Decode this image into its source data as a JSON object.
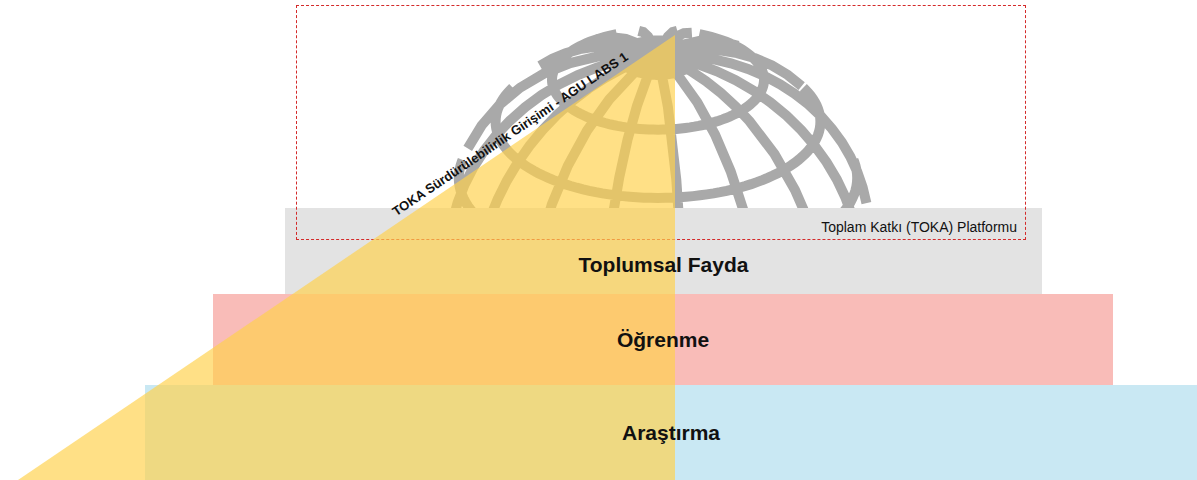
{
  "diagram": {
    "nodes": [
      {
        "text": [
          "Toplam Katkı (TOKA) Platformu"
        ]
      },
      {
        "text": [
          "Toplumsal Fayda"
        ]
      },
      {
        "text": [
          "Öğrenme"
        ]
      },
      {
        "text": [
          "Araştırma"
        ]
      }
    ],
    "labels": [
      "TOKA Sürdürülebilirlik Girişimi - AGU LABS 1"
    ]
  }
}
